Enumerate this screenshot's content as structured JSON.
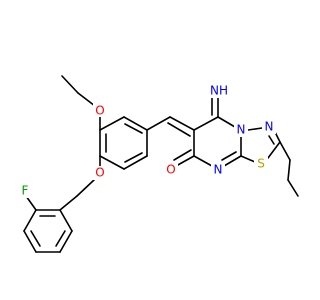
{
  "structure": {
    "atoms": {
      "o_ethoxy": "O",
      "o_benzyloxy": "O",
      "f": "F",
      "imino": "NH",
      "n_upper": "N",
      "n_right": "N",
      "s": "S",
      "n_lower": "N",
      "o_carbonyl": "O"
    },
    "colors": {
      "O": "#ff0000",
      "N": "#0000ff",
      "S": "#b8a100",
      "F": "#00a000",
      "bond": "#000000"
    }
  }
}
